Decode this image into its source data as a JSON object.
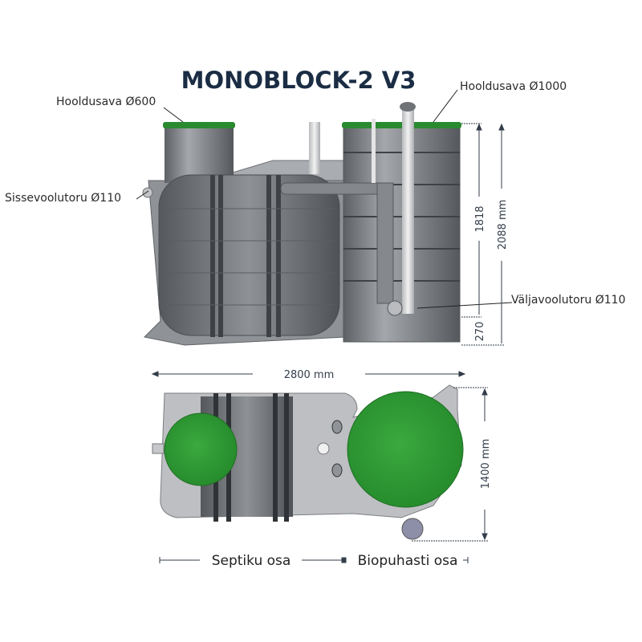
{
  "title": "MONOBLOCK-2 V3",
  "labels": {
    "manhole_small": "Hooldusava Ø600",
    "manhole_large": "Hooldusava Ø1000",
    "inlet": "Sissevoolutoru Ø110",
    "outlet": "Väljavoolutoru Ø110"
  },
  "dimensions": {
    "h1": "1818",
    "h2": "2088 mm",
    "h3": "270",
    "length": "2800 mm",
    "width": "1400 mm"
  },
  "sections": {
    "septic": "Septiku osa",
    "bio": "Biopuhasti osa"
  },
  "colors": {
    "title": "#1b2d44",
    "lid_green": "#2f9a35",
    "body_gray": "#8c8f93"
  }
}
